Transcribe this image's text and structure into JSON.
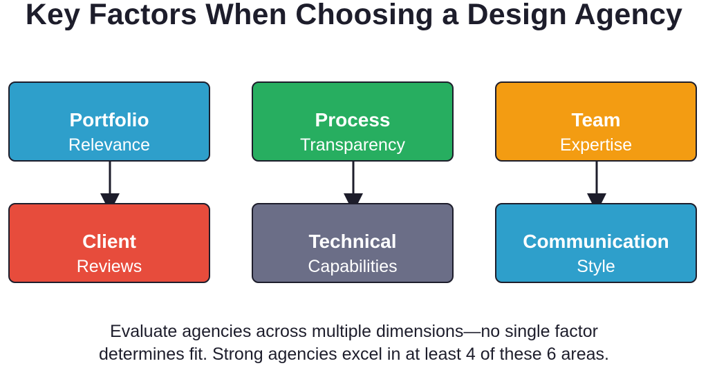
{
  "title": "Key Factors When Choosing a Design Agency",
  "nodes": [
    {
      "id": "portfolio",
      "head": "Portfolio",
      "sub": "Relevance",
      "color": "#2e9fcb"
    },
    {
      "id": "process",
      "head": "Process",
      "sub": "Transparency",
      "color": "#27ae60"
    },
    {
      "id": "team",
      "head": "Team",
      "sub": "Expertise",
      "color": "#f39c12"
    },
    {
      "id": "client",
      "head": "Client",
      "sub": "Reviews",
      "color": "#e74c3c"
    },
    {
      "id": "technical",
      "head": "Technical",
      "sub": "Capabilities",
      "color": "#6b6e87"
    },
    {
      "id": "communication",
      "head": "Communication",
      "sub": "Style",
      "color": "#2e9fcb"
    }
  ],
  "edges": [
    {
      "from": "portfolio",
      "to": "client"
    },
    {
      "from": "process",
      "to": "technical"
    },
    {
      "from": "team",
      "to": "communication"
    }
  ],
  "caption": {
    "line1": "Evaluate agencies across multiple dimensions—no single factor",
    "line2": "determines fit. Strong agencies excel in at least 4 of these 6 areas."
  }
}
